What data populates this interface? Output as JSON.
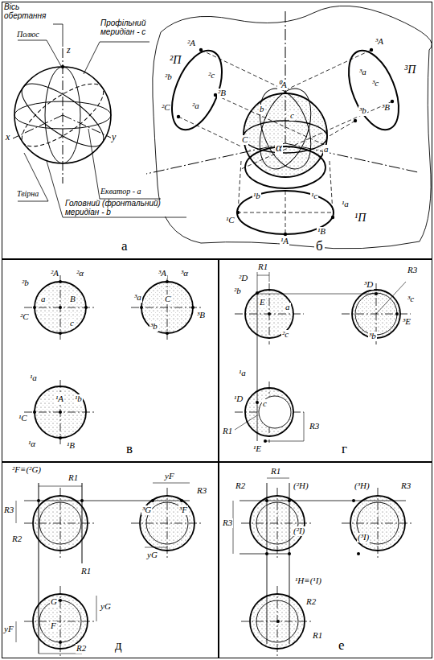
{
  "diagram": {
    "nodes": [
      {
        "text": [
          "а",
          "б"
        ]
      },
      {
        "text": [
          "в"
        ]
      },
      {
        "text": [
          "г"
        ]
      },
      {
        "text": [
          "д"
        ]
      },
      {
        "text": [
          "е"
        ]
      }
    ],
    "labels": [
      "Вісь обертання",
      "Полюс",
      "Профільний меридіан - с",
      "z",
      "x",
      "y",
      "Твірна",
      "Екватор - а",
      "Головний (фронтальний) меридіан - b",
      "²A",
      "²П",
      "²b",
      "²c",
      "²C",
      "²a",
      "²B",
      "³A",
      "³a",
      "³c",
      "³П",
      "³B",
      "³b",
      "⁰A",
      "b",
      "c",
      "C",
      "α",
      "a",
      "¹b",
      "¹c",
      "¹C",
      "¹A",
      "¹B",
      "¹a",
      "¹П",
      "²A",
      "²α",
      "²b",
      "²C",
      "a",
      "B",
      "c",
      "³A",
      "³α",
      "³a",
      "C",
      "³B",
      "³b",
      "¹a",
      "¹C",
      "¹A",
      "¹b",
      "¹α",
      "¹B",
      "R1",
      "²D",
      "²b",
      "E",
      "a",
      "²c",
      "R3",
      "³D",
      "³c",
      "³E",
      "³b",
      "¹a",
      "¹D",
      "c",
      "R1",
      "¹E",
      "R3",
      "²F≡(²G)",
      "R1",
      "yF",
      "R3",
      "R2",
      "³G",
      "³F",
      "R3",
      "yG",
      "R1",
      "G",
      "F",
      "yG",
      "yF",
      "R2",
      "R1",
      "R2",
      "(²H)",
      "(³H)",
      "R3",
      "R3",
      "(²I)",
      "(³I)",
      "¹H≡(¹I)",
      "R2",
      "R1"
    ]
  }
}
